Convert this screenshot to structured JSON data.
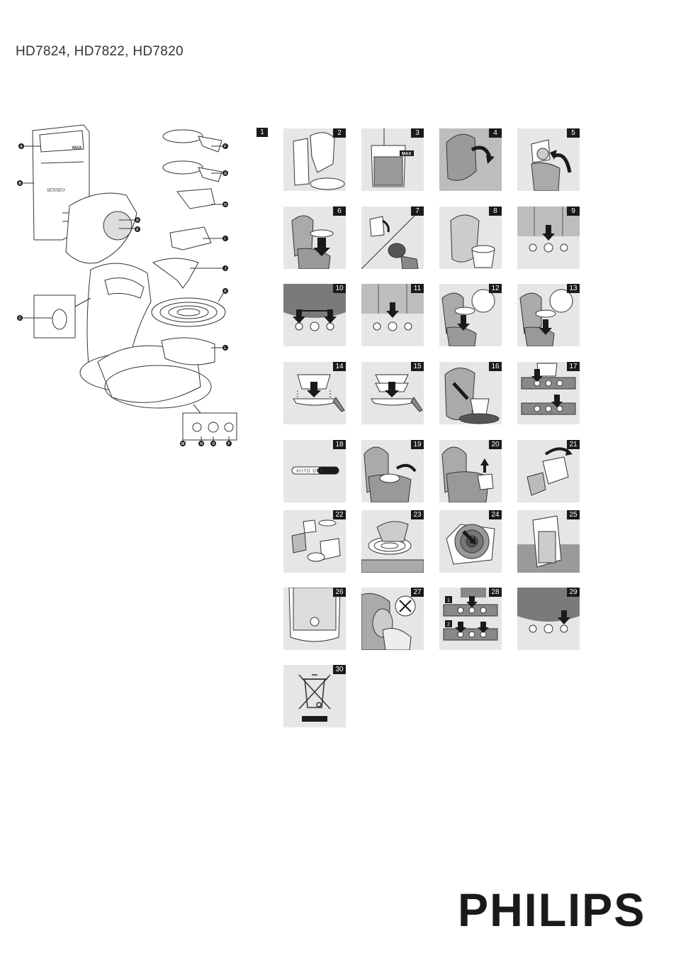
{
  "document": {
    "title": "HD7824, HD7822, HD7820",
    "brand": "PHILIPS"
  },
  "overview": {
    "figure_number": "1",
    "callouts": [
      "A",
      "B",
      "C",
      "D",
      "E",
      "F",
      "G",
      "H",
      "I",
      "J",
      "K",
      "L",
      "M",
      "N",
      "O",
      "P"
    ],
    "tank_labels": [
      "MAX",
      "SENSEO"
    ]
  },
  "steps": [
    "2",
    "3",
    "4",
    "5",
    "6",
    "7",
    "8",
    "9",
    "10",
    "11",
    "12",
    "13",
    "14",
    "15",
    "16",
    "17",
    "18",
    "19",
    "20",
    "21",
    "22",
    "23",
    "24",
    "25",
    "26",
    "27",
    "28",
    "29",
    "30"
  ],
  "step_texts": {
    "max_label": "MAX",
    "auto_off": "AUTO OFF",
    "sub_1": "1",
    "sub_2": "2"
  },
  "colors": {
    "tile_bg": "#e6e6e6",
    "badge_bg": "#1a1a1a",
    "dark_panel": "#7a7a7a"
  }
}
